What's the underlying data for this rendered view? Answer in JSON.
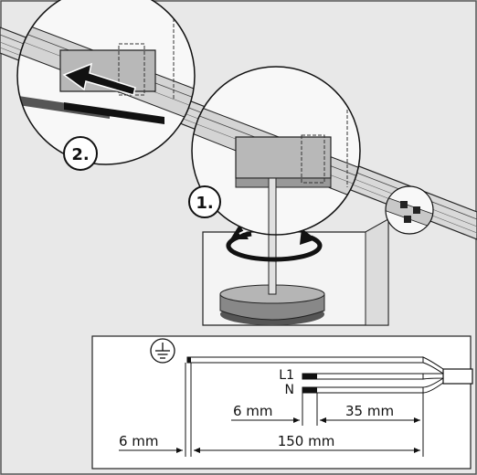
{
  "steps": {
    "step1": "1.",
    "step2": "2."
  },
  "wire_labels": {
    "live": "L1",
    "neutral": "N"
  },
  "dimensions": {
    "sheath_strip": "35 mm",
    "conductor_strip": "6 mm",
    "earth_strip": "6 mm",
    "earth_length": "150 mm"
  },
  "icons": {
    "earth": "protective-earth-icon",
    "rotate": "rotate-arrow-icon",
    "push": "push-arrow-icon"
  },
  "colors": {
    "background": "#e8e8e8",
    "panel": "#ffffff",
    "line": "#1a1a1a",
    "rail": "#d4d4d4",
    "adapter": "#b8b8b8"
  }
}
